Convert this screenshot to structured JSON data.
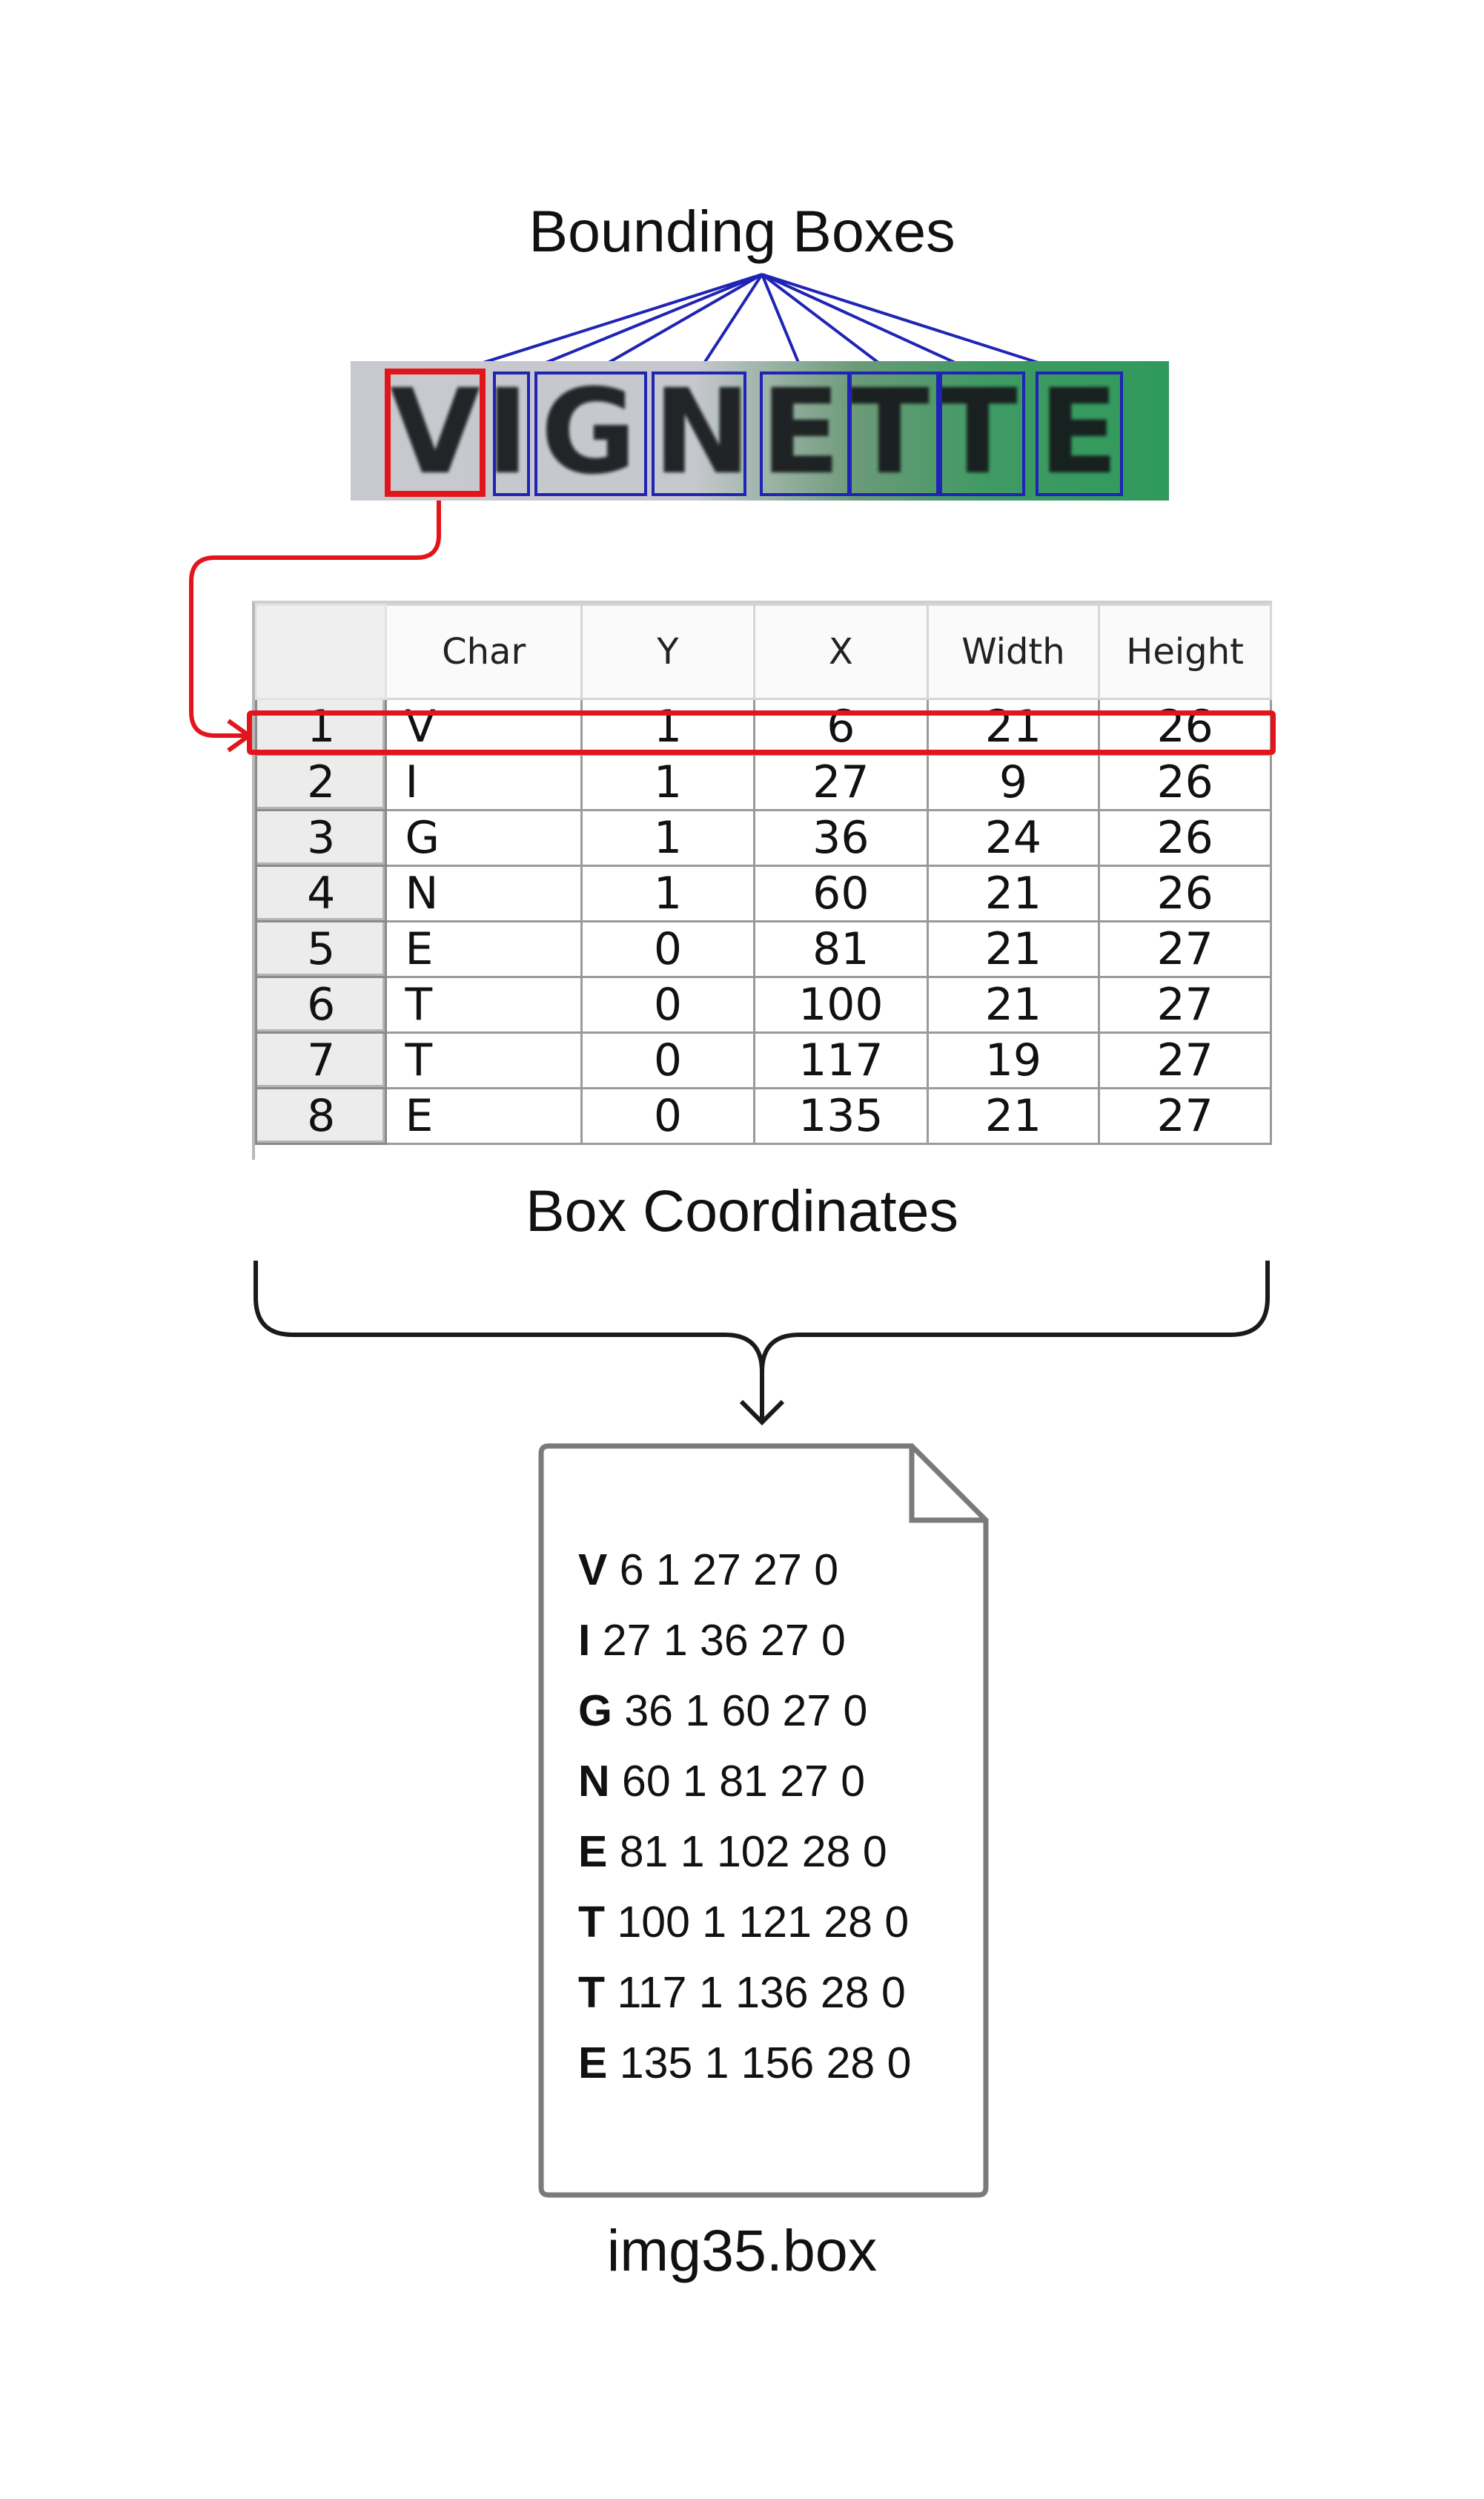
{
  "titles": {
    "bounding_boxes": "Bounding Boxes",
    "box_coordinates": "Box Coordinates",
    "file_name": "img35.box"
  },
  "word_image": {
    "letters": [
      "V",
      "I",
      "G",
      "N",
      "E",
      "T",
      "T",
      "E"
    ]
  },
  "table": {
    "headers": [
      "",
      "Char",
      "Y",
      "X",
      "Width",
      "Height"
    ],
    "rows": [
      {
        "num": "1",
        "char": "V",
        "y": "1",
        "x": "6",
        "width": "21",
        "height": "26"
      },
      {
        "num": "2",
        "char": "I",
        "y": "1",
        "x": "27",
        "width": "9",
        "height": "26"
      },
      {
        "num": "3",
        "char": "G",
        "y": "1",
        "x": "36",
        "width": "24",
        "height": "26"
      },
      {
        "num": "4",
        "char": "N",
        "y": "1",
        "x": "60",
        "width": "21",
        "height": "26"
      },
      {
        "num": "5",
        "char": "E",
        "y": "0",
        "x": "81",
        "width": "21",
        "height": "27"
      },
      {
        "num": "6",
        "char": "T",
        "y": "0",
        "x": "100",
        "width": "21",
        "height": "27"
      },
      {
        "num": "7",
        "char": "T",
        "y": "0",
        "x": "117",
        "width": "19",
        "height": "27"
      },
      {
        "num": "8",
        "char": "E",
        "y": "0",
        "x": "135",
        "width": "21",
        "height": "27"
      }
    ]
  },
  "box_file": {
    "lines": [
      {
        "char": "V",
        "rest": " 6 1 27 27 0"
      },
      {
        "char": "I",
        "rest": " 27 1 36 27 0"
      },
      {
        "char": "G",
        "rest": " 36 1 60 27 0"
      },
      {
        "char": "N",
        "rest": " 60 1 81 27 0"
      },
      {
        "char": "E",
        "rest": " 81 1 102 28 0"
      },
      {
        "char": "T",
        "rest": " 100 1 121 28 0"
      },
      {
        "char": "T",
        "rest": " 117 1 136 28 0"
      },
      {
        "char": "E",
        "rest": " 135 1 156 28 0"
      }
    ]
  },
  "colors": {
    "highlight": "#e4141b",
    "box": "#1f24b4",
    "connector": "#1f24b4",
    "text": "#111111"
  }
}
